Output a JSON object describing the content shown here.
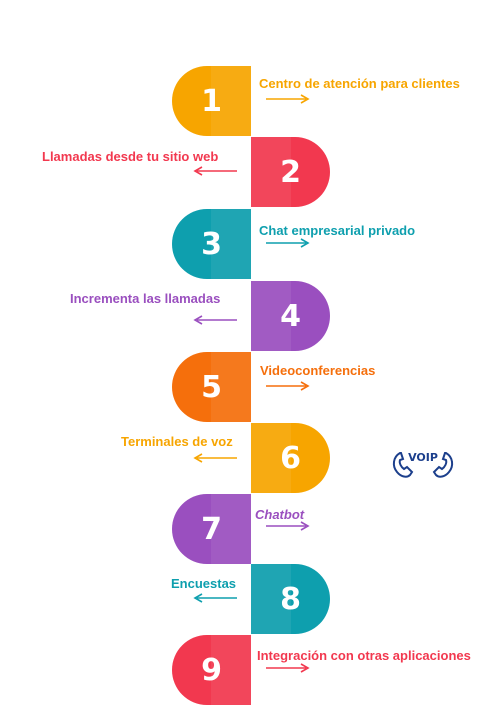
{
  "steps": [
    {
      "number": "1",
      "label": "Centro de atención para clientes",
      "color": "#f7a500",
      "side": "right"
    },
    {
      "number": "2",
      "label": "Llamadas desde tu sitio web",
      "color": "#f2384f",
      "side": "left"
    },
    {
      "number": "3",
      "label": "Chat empresarial privado",
      "color": "#0e9fae",
      "side": "right"
    },
    {
      "number": "4",
      "label": "Incrementa las llamadas",
      "color": "#9a4fbf",
      "side": "left"
    },
    {
      "number": "5",
      "label": "Videoconferencias",
      "color": "#f56f0c",
      "side": "right"
    },
    {
      "number": "6",
      "label": "Terminales de voz",
      "color": "#f7a500",
      "side": "left"
    },
    {
      "number": "7",
      "label": "Chatbot",
      "color": "#9a4fbf",
      "side": "right"
    },
    {
      "number": "8",
      "label": "Encuestas",
      "color": "#0e9fae",
      "side": "left"
    },
    {
      "number": "9",
      "label": "Integración con otras aplicaciones",
      "color": "#f2384f",
      "side": "right"
    }
  ],
  "logo": {
    "text": "VOIP",
    "color": "#1c3f8c",
    "icon": "phone-icon"
  }
}
